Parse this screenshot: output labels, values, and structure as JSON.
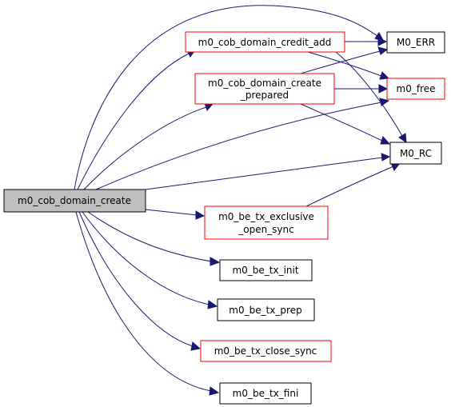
{
  "colors": {
    "edge": "#191970",
    "root_fill": "#bfbfbf",
    "root_border": "#000000",
    "incomplete_border": "#ff0000",
    "complete_border": "#000000",
    "node_fill": "#ffffff"
  },
  "nodes": {
    "root": {
      "label": "m0_cob_domain_create",
      "kind": "root"
    },
    "credit_add": {
      "label": "m0_cob_domain_credit_add",
      "kind": "incomplete"
    },
    "create_prepared": {
      "label": "m0_cob_domain_create_prepared",
      "lines": [
        "m0_cob_domain_create",
        "_prepared"
      ],
      "kind": "incomplete"
    },
    "m0_err": {
      "label": "M0_ERR",
      "kind": "complete"
    },
    "m0_free": {
      "label": "m0_free",
      "kind": "incomplete"
    },
    "m0_rc": {
      "label": "M0_RC",
      "kind": "complete"
    },
    "tx_exclusive": {
      "label": "m0_be_tx_exclusive_open_sync",
      "lines": [
        "m0_be_tx_exclusive",
        "_open_sync"
      ],
      "kind": "incomplete"
    },
    "tx_init": {
      "label": "m0_be_tx_init",
      "kind": "complete"
    },
    "tx_prep": {
      "label": "m0_be_tx_prep",
      "kind": "complete"
    },
    "tx_close_sync": {
      "label": "m0_be_tx_close_sync",
      "kind": "incomplete"
    },
    "tx_fini": {
      "label": "m0_be_tx_fini",
      "kind": "complete"
    }
  },
  "edges": [
    {
      "from": "root",
      "to": "credit_add"
    },
    {
      "from": "root",
      "to": "m0_err"
    },
    {
      "from": "root",
      "to": "create_prepared"
    },
    {
      "from": "root",
      "to": "m0_free"
    },
    {
      "from": "root",
      "to": "m0_rc"
    },
    {
      "from": "root",
      "to": "tx_exclusive"
    },
    {
      "from": "root",
      "to": "tx_init"
    },
    {
      "from": "root",
      "to": "tx_prep"
    },
    {
      "from": "root",
      "to": "tx_close_sync"
    },
    {
      "from": "root",
      "to": "tx_fini"
    },
    {
      "from": "credit_add",
      "to": "m0_err"
    },
    {
      "from": "credit_add",
      "to": "m0_free"
    },
    {
      "from": "credit_add",
      "to": "m0_rc"
    },
    {
      "from": "create_prepared",
      "to": "m0_err"
    },
    {
      "from": "create_prepared",
      "to": "m0_free"
    },
    {
      "from": "create_prepared",
      "to": "m0_rc"
    },
    {
      "from": "tx_exclusive",
      "to": "m0_rc"
    }
  ]
}
